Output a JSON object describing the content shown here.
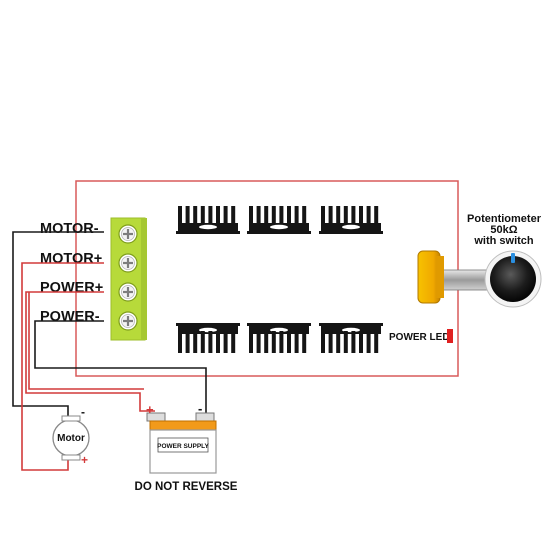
{
  "terminals": [
    {
      "label": "MOTOR-"
    },
    {
      "label": "MOTOR+"
    },
    {
      "label": "POWER+"
    },
    {
      "label": "POWER-"
    }
  ],
  "power_led": {
    "label": "POWER LED",
    "color": "#e02020"
  },
  "potentiometer": {
    "line1": "Potentiometer",
    "line2": "50kΩ",
    "line3": "with switch"
  },
  "motor": {
    "label": "Motor",
    "minus": "-",
    "plus": "+"
  },
  "battery": {
    "label": "POWER SUPPLY",
    "plus": "+",
    "minus": "-"
  },
  "warning": "DO NOT REVERSE",
  "colors": {
    "board_outline": "#d85a5a",
    "terminal_block": "#b7da3a",
    "heatsink": "#151515",
    "knob_base": "#f2b400",
    "knob_indicator": "#2a8fe0",
    "wire_black": "#1a1a1a",
    "wire_red": "#d23a3a",
    "battery_top": "#f29a1a"
  }
}
